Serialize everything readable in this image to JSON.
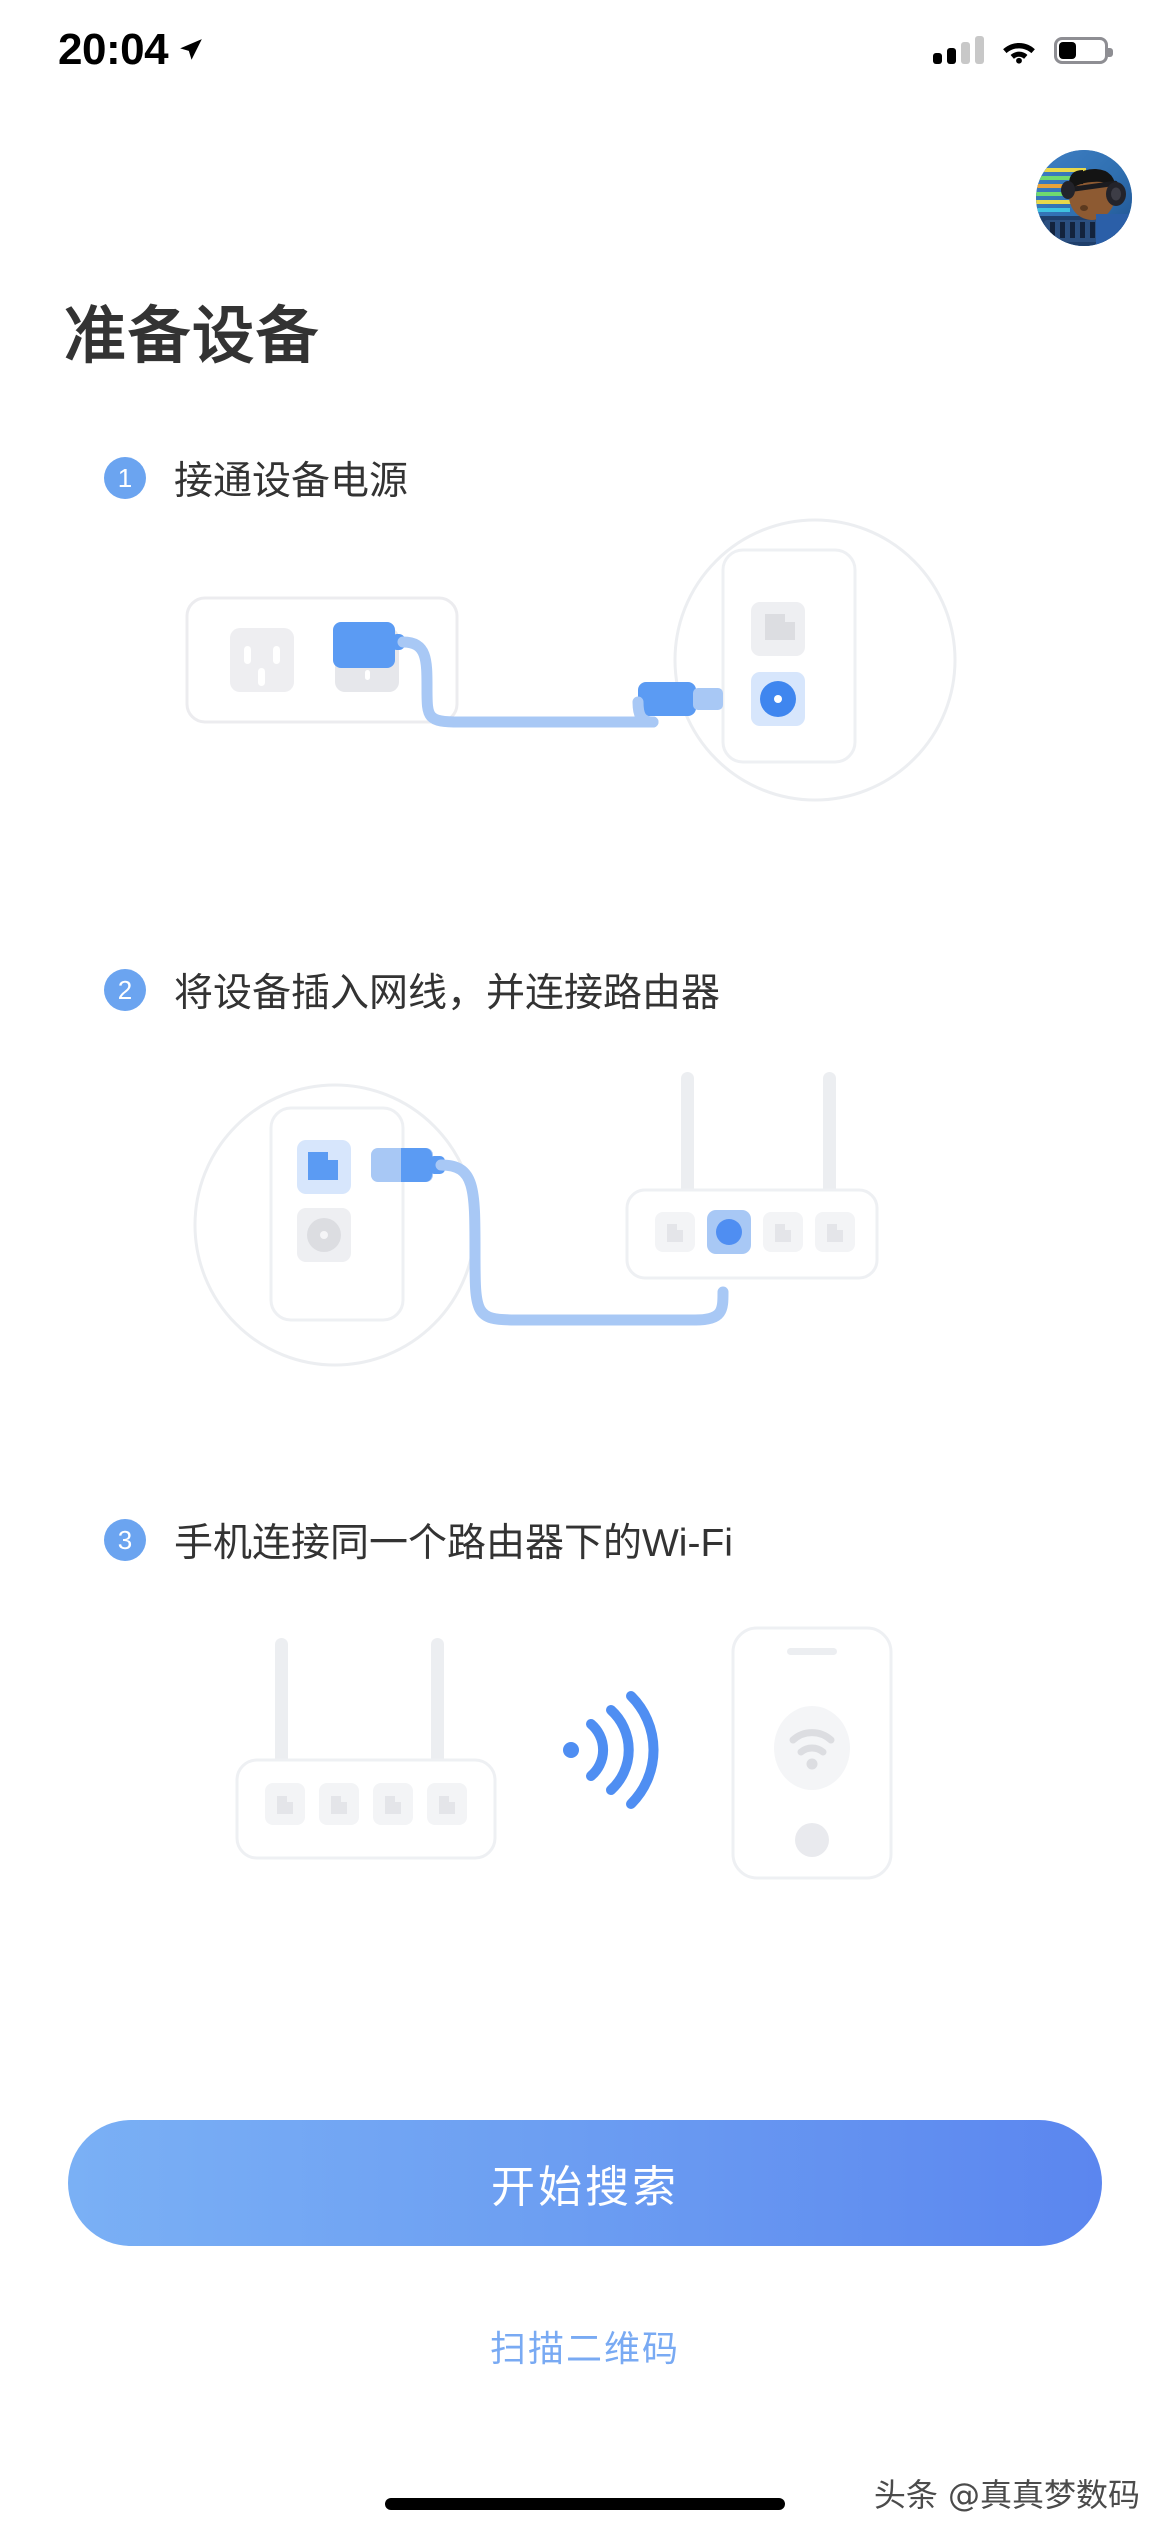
{
  "statusbar": {
    "time": "20:04",
    "location_icon": "location-arrow-icon",
    "cellular_icon": "cellular-bars-icon",
    "wifi_icon": "wifi-icon",
    "battery_icon": "battery-icon",
    "battery_level": "35"
  },
  "header": {
    "avatar": "user-avatar",
    "title": "准备设备"
  },
  "steps": [
    {
      "number": "1",
      "text": "接通设备电源",
      "illustration": "power-strip-plug-device-illustration"
    },
    {
      "number": "2",
      "text": "将设备插入网线，并连接路由器",
      "illustration": "device-ethernet-router-illustration"
    },
    {
      "number": "3",
      "text": "手机连接同一个路由器下的Wi-Fi",
      "illustration": "router-wifi-phone-illustration"
    }
  ],
  "footer": {
    "primary_button": "开始搜索",
    "secondary_link": "扫描二维码"
  },
  "watermark": "头条 @真真梦数码",
  "colors": {
    "accent": "#6ba4f0",
    "accent_dark": "#5b86ef",
    "cable": "#a8c8f5",
    "plug": "#5b9bf3",
    "neutral": "#ececef",
    "title": "#333333",
    "link": "#79aaf3"
  }
}
